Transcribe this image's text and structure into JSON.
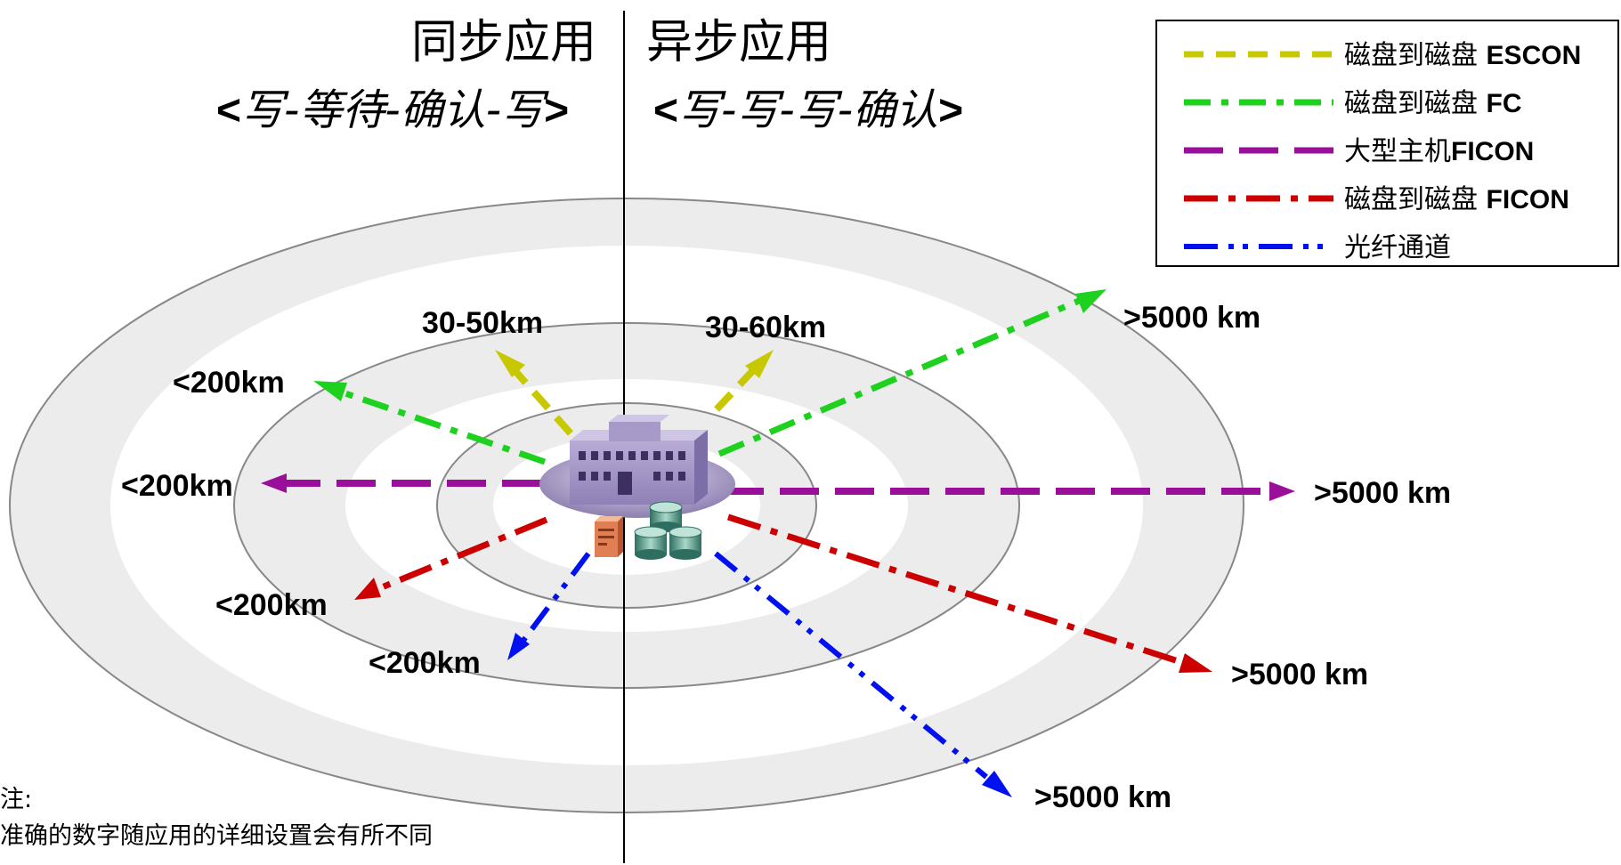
{
  "header": {
    "sync_title": "同步应用",
    "async_title": "异步应用",
    "sync_sub": {
      "open": "<",
      "parts": [
        "写",
        "-",
        "等待",
        "-",
        "确认",
        "-",
        "写"
      ],
      "close": ">"
    },
    "async_sub": {
      "open": "<",
      "parts": [
        "写",
        "-",
        "写",
        "-",
        "写",
        "-",
        "确认"
      ],
      "close": ">"
    }
  },
  "legend": {
    "items": [
      {
        "label_cn": "磁盘到磁盘 ",
        "label_en": "ESCON",
        "color": "#c8c800",
        "style": "dash"
      },
      {
        "label_cn": "磁盘到磁盘 ",
        "label_en": "FC",
        "color": "#1fd11f",
        "style": "dashdot"
      },
      {
        "label_cn": "大型主机",
        "label_en": "FICON",
        "color": "#9a0f9a",
        "style": "longdash"
      },
      {
        "label_cn": "磁盘到磁盘 ",
        "label_en": "FICON",
        "color": "#cc0000",
        "style": "longdashdot"
      },
      {
        "label_cn": "光纤通道",
        "label_en": "",
        "color": "#0010ee",
        "style": "dashdotdot"
      }
    ]
  },
  "distances": {
    "sync_escon": "30-50km",
    "async_escon": "30-60km",
    "sync_fc": "<200km",
    "sync_ficon_mainframe": "<200km",
    "sync_ficon_disk": "<200km",
    "sync_fibre": "<200km",
    "async_fc": ">5000 km",
    "async_ficon_mainframe": ">5000 km",
    "async_ficon_disk": ">5000 km",
    "async_fibre": ">5000 km"
  },
  "note": {
    "title": "注:",
    "text": "准确的数字随应用的详细设置会有所不同"
  },
  "icons": [
    "building-icon",
    "server-icon",
    "database-icon"
  ],
  "colors": {
    "ring_fill": "#ececec",
    "ring_stroke": "#888888",
    "building": "#a89ac8"
  }
}
